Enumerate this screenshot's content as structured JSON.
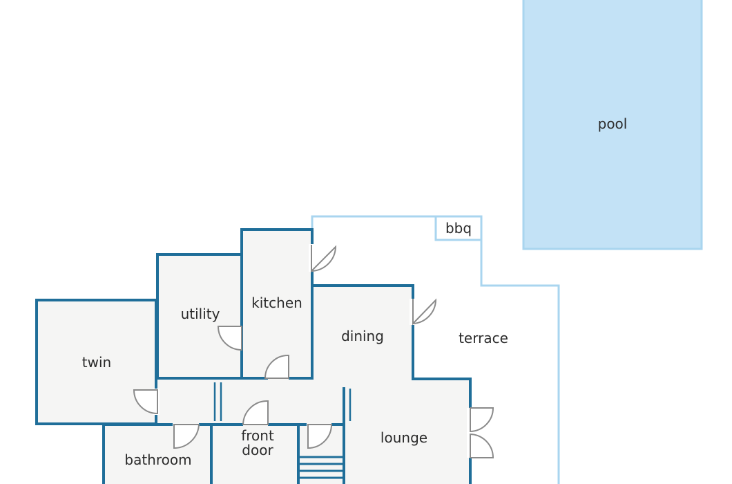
{
  "rooms": {
    "pool": "pool",
    "bbq": "bbq",
    "kitchen": "kitchen",
    "utility": "utility",
    "twin": "twin",
    "dining": "dining",
    "terrace": "terrace",
    "lounge": "lounge",
    "bathroom": "bathroom",
    "front_door_line1": "front",
    "front_door_line2": "door"
  },
  "colors": {
    "wall": "#1f6e99",
    "outline": "#a9d5ef",
    "pool_fill": "#c3e2f6",
    "floor": "#f5f5f4"
  }
}
